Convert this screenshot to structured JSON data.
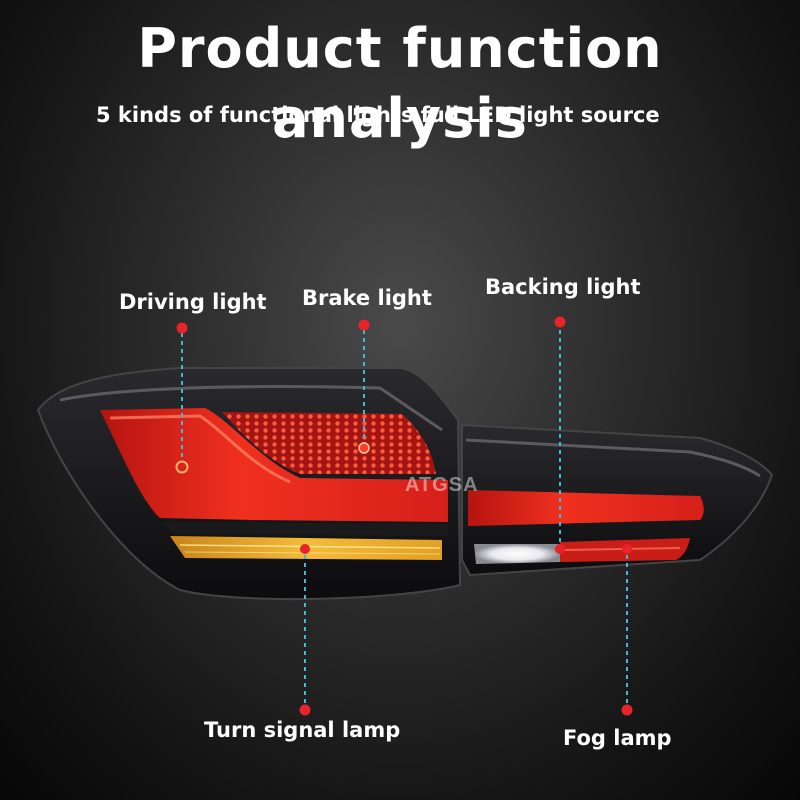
{
  "header": {
    "title": "Product function analysis",
    "subtitle": "5 kinds of functional lights full LED light source"
  },
  "callouts": {
    "driving": "Driving light",
    "brake": "Brake light",
    "backing": "Backing light",
    "turn": "Turn signal lamp",
    "fog": "Fog lamp"
  },
  "watermark": "ATGSA",
  "colors": {
    "marker_red": "#e8232a",
    "leader_cyan": "#3fb9d6",
    "lens_red": "#e8261f",
    "turn_amber": "#f0a81e",
    "reverse_white": "#ffffff"
  }
}
